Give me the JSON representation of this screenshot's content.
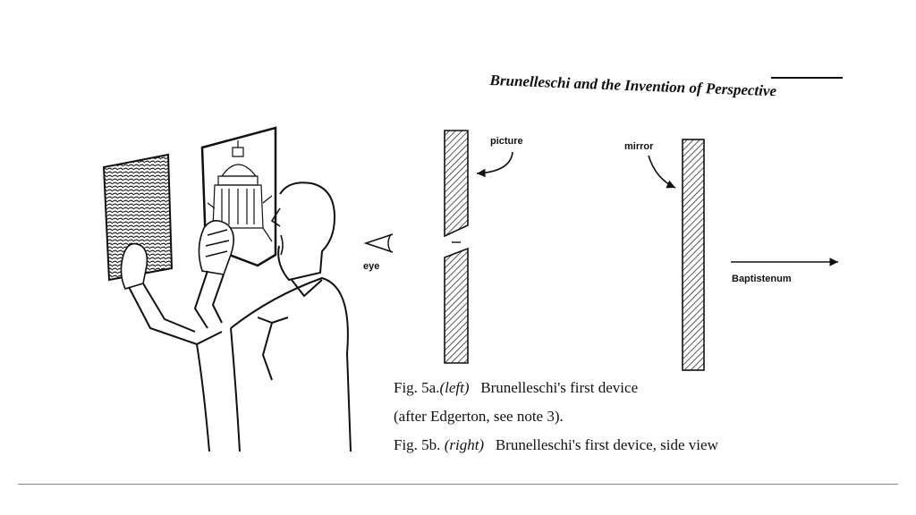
{
  "running_head": "Brunelleschi and the Invention of Perspective",
  "labels": {
    "picture": "picture",
    "mirror": "mirror",
    "eye": "eye",
    "baptistery": "Baptistenum"
  },
  "captions": [
    {
      "ref": "Fig. 5a.",
      "qual": "(left)",
      "text": "Brunelleschi's first device"
    },
    {
      "ref": "",
      "qual": "",
      "text": "(after Edgerton, see note 3)."
    },
    {
      "ref": "Fig. 5b.",
      "qual": "(right)",
      "text": "Brunelleschi's first device, side view"
    }
  ]
}
